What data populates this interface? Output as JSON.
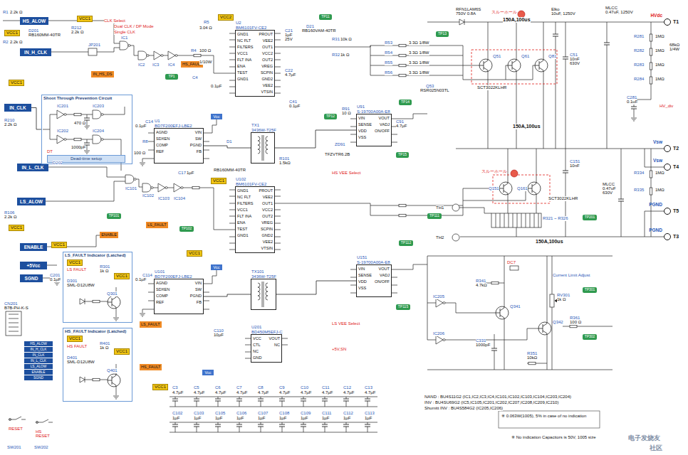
{
  "diagram": {
    "nodes": [
      {
        "text": [
          "HS_ALOW"
        ]
      },
      {
        "text": [
          "IN_H_CLK"
        ]
      },
      {
        "text": [
          "IN_CLK"
        ]
      },
      {
        "text": [
          "IN_L_CLK"
        ]
      },
      {
        "text": [
          "LS_ALOW"
        ]
      },
      {
        "text": [
          "ENABLE"
        ]
      },
      {
        "text": [
          "+5Vcc"
        ]
      },
      {
        "text": [
          "SGND"
        ]
      },
      {
        "text": [
          "Shoot Through Prevention Circuit"
        ]
      },
      {
        "text": [
          "Dead-time setup"
        ],
        "in": 8
      },
      {
        "text": [
          "LS_FAULT Indicator (Latched)"
        ]
      },
      {
        "text": [
          "HS_FAULT Indicator (Latched)"
        ]
      },
      {
        "text": [
          "U2",
          "BM6101FV-CE2",
          "GND1 NC FLT FILTERS VCC1 FLT INA ENA TEST GND1",
          "PROUT VEE2 OUT1 VCC2 OUT2 VREG SCPIN GND2 VEE2 VTSIN"
        ]
      },
      {
        "text": [
          "U102",
          "BM6101FV-CE2",
          "GND1 NC FLT FILTERS VCC1 FLT INA ENA TEST GND1",
          "PROUT VEE2 OUT1 VCC2 OUT2 VREG SCPIN GND2 VEE2 VTSIN"
        ]
      },
      {
        "text": [
          "U1",
          "BD7F200EFJ-LBE2",
          "AGND SDXEN COMP REF",
          "VIN SW PGND FB"
        ]
      },
      {
        "text": [
          "U101",
          "BD7F200EFJ-LBE2",
          "AGND SDXEN COMP REF",
          "VIN SW PGND FB"
        ]
      },
      {
        "text": [
          "TX1",
          "3436W-T25F"
        ]
      },
      {
        "text": [
          "TX101",
          "3436W-T25F"
        ]
      },
      {
        "text": [
          "U91",
          "S-19700A00A-E8",
          "VIN SENSE VDD VSS",
          "VOUT VADJ ON/OFF"
        ]
      },
      {
        "text": [
          "U151",
          "S-19700A00A-E8",
          "VIN SENSE VDD VSS",
          "VOUT VADJ ON/OFF"
        ]
      },
      {
        "text": [
          "VCC1"
        ]
      },
      {
        "text": [
          "VCC1"
        ]
      },
      {
        "text": [
          "VCC2"
        ]
      },
      {
        "text": [
          "VCC1"
        ]
      },
      {
        "text": [
          "VCC1"
        ]
      },
      {
        "text": [
          "VCC1"
        ]
      },
      {
        "text": [
          "VCC1"
        ]
      },
      {
        "text": [
          "VCC1"
        ]
      },
      {
        "text": [
          "VCC1"
        ],
        "in": 10
      },
      {
        "text": [
          "VCC1"
        ],
        "in": 10
      },
      {
        "text": [
          "VCC1"
        ],
        "in": 11
      },
      {
        "text": [
          "VCC1"
        ],
        "in": 11
      },
      {
        "text": [
          "VCC1"
        ]
      },
      {
        "text": [
          "TP1"
        ]
      },
      {
        "text": [
          "TP11"
        ]
      },
      {
        "text": [
          "TP13"
        ]
      },
      {
        "text": [
          "TP14"
        ]
      },
      {
        "text": [
          "TP12"
        ]
      },
      {
        "text": [
          "TP15"
        ]
      },
      {
        "text": [
          "TP101"
        ]
      },
      {
        "text": [
          "TP102"
        ]
      },
      {
        "text": [
          "TP111"
        ]
      },
      {
        "text": [
          "TP112"
        ]
      },
      {
        "text": [
          "TP115"
        ]
      },
      {
        "text": [
          "TP201"
        ]
      },
      {
        "text": [
          "TP301"
        ]
      },
      {
        "text": [
          "TP302"
        ]
      },
      {
        "text": [
          "HS_FAULT"
        ]
      },
      {
        "text": [
          "ENABLE"
        ]
      },
      {
        "text": [
          "LS_FAULT"
        ]
      },
      {
        "text": [
          "LS_FAULT"
        ]
      },
      {
        "text": [
          "HS_FAULT"
        ]
      },
      {
        "text": [
          "IN_HS_DS"
        ]
      },
      {
        "text": [
          "T1",
          "HVdc"
        ]
      },
      {
        "text": [
          "T2",
          "Vsw"
        ]
      },
      {
        "text": [
          "T4",
          "Vsw"
        ]
      },
      {
        "text": [
          "T5",
          "PGND"
        ]
      },
      {
        "text": [
          "T3",
          "PGND"
        ]
      },
      {
        "text": [
          "Vcc"
        ]
      },
      {
        "text": [
          "Vcc"
        ]
      },
      {
        "text": [
          "Vcc"
        ]
      },
      {
        "text": [
          "HS_ALOW"
        ]
      },
      {
        "text": [
          "IN_H_CLK"
        ]
      },
      {
        "text": [
          "IN_CLK"
        ]
      },
      {
        "text": [
          "IN_L_CLK"
        ]
      },
      {
        "text": [
          "LS_ALOW"
        ]
      },
      {
        "text": [
          "ENABLE"
        ]
      },
      {
        "text": [
          "SGND"
        ]
      },
      {
        "text": [
          "U201",
          "BD450M5EFJ-C",
          "VCC CTL NC GND",
          "VOUT NC"
        ]
      }
    ],
    "edges": [
      {
        "from": 14,
        "to": 16,
        "arrow": "none"
      },
      {
        "from": 15,
        "to": 17,
        "arrow": "none"
      },
      {
        "from": 16,
        "to": 18,
        "arrow": "none"
      },
      {
        "from": 17,
        "to": 19,
        "arrow": "none"
      },
      {
        "from": 2,
        "to": 8,
        "arrow": "none"
      }
    ],
    "labels": [
      "R1",
      "2.2k Ω",
      "R2",
      "2.2k Ω",
      "D201",
      "RB160MM-40TR",
      "R212",
      "2.2k Ω",
      "JP201",
      "CLK Select",
      "Dual CLK / DP Mode",
      "Single CLK",
      "IC1",
      "IC2",
      "IC3",
      "IC4",
      "R4",
      "100 Ω",
      "1/10W",
      "C4",
      "R5",
      "3.04 Ω",
      "0.1µF",
      "C21",
      "1µF",
      "25V",
      "C22",
      "4.7µF",
      "D21",
      "RB160VAM-40TR",
      "R31",
      "10k Ω",
      "R32",
      "1k Ω",
      "R53",
      "3.3Ω 1/8W",
      "R54",
      "3.3Ω 1/8W",
      "R55",
      "3.3Ω 1/8W",
      "R56",
      "3.3Ω 1/8W",
      "Q53",
      "RSR025N03TL",
      "RFN1LAM6S",
      "750V 0.8A",
      "スルーホール",
      "150A,100us",
      "Elko",
      "10uF, 1250V",
      "MLCC",
      "0.47uF, 1250V",
      "Q51",
      "Q61",
      "Q81",
      "SCT3022KLHR",
      "C51",
      "10nF",
      "630V",
      "R281",
      "1MΩ",
      "R282",
      "1MΩ",
      "R283",
      "1MΩ",
      "R284",
      "1MΩ",
      "68kΩ",
      "1/4W",
      "HV_div",
      "C281",
      "0.1uF",
      "150A,100us",
      "Q151",
      "Q161",
      "SCT3022KLHR",
      "C151",
      "10nF",
      "MLCC",
      "0.47uF",
      "630V",
      "R334",
      "1MΩ",
      "R335",
      "1MΩ",
      "スルーホール",
      "TH1",
      "TH2",
      "R321 ~ R326",
      "150A,100us",
      "HS VEE Select",
      "R91",
      "10 Ω",
      "C91",
      "4.7µF",
      "ZD91",
      "TFZVTR6.2B",
      "C41",
      "0.1µF",
      "R101",
      "1.5kΩ",
      "D1",
      "RB160MM-40TR",
      "C14",
      "0.1µF",
      "R8",
      "100 Ω",
      "C17",
      "1µF",
      "IC101",
      "IC102",
      "IC103",
      "IC104",
      "IC201",
      "IC202",
      "IC203",
      "IC204",
      "DT",
      "470 Ω",
      "1000pF",
      "R210",
      "2.2k Ω",
      "D202",
      "R106",
      "2.2k Ω",
      "C201",
      "0.1µF",
      "LS FAULT",
      "D301",
      "SML-D12U8W",
      "Q301",
      "R301",
      "1k Ω",
      "HS FAULT",
      "D401",
      "SML-D12U8W",
      "Q401",
      "R401",
      "1k Ω",
      "CN201",
      "B7B-PH-K-S",
      "RESET",
      "HS",
      "RESET",
      "SW201",
      "SW202",
      "C114",
      "0.1µF",
      "C110",
      "10µF",
      "LS VEE Select",
      "+5V,SN",
      "DC7",
      "Current Limit Adjust",
      "RV301",
      "1k Ω",
      "Q341",
      "Q342",
      "R341",
      "4.7kΩ",
      "C331",
      "1000pF",
      "R351",
      "10kΩ",
      "IC205",
      "IC206",
      "R361",
      "100 Ω",
      "NAND : BU4S11G2 (IC1,IC2,IC3,IC4,IC101,IC102,IC103,IC104,IC203,IC204)",
      "INV : BU4SU69G2 (IC5,IC105,IC201,IC202,IC207,IC208,IC209,IC210)",
      "Shumitt INV : BU4S584G2 (IC205,IC206)",
      "※ 0.063W(1005), 5% in case of no indication",
      "※ No indication Capacitors is 50V, 1005 size",
      "电子发烧友",
      "社区",
      "C3",
      "C5",
      "C6",
      "C7",
      "C8",
      "C9",
      "C10",
      "C11",
      "C12",
      "C13",
      "4.7µF",
      "4.7µF",
      "4.7µF",
      "4.7µF",
      "4.7µF",
      "4.7µF",
      "4.7µF",
      "4.7µF",
      "4.7µF",
      "4.7µF",
      "C102",
      "C103",
      "C105",
      "C106",
      "C107",
      "C108",
      "C109",
      "C111",
      "C112",
      "C113",
      "1µF",
      "1µF",
      "1µF",
      "1µF",
      "1µF",
      "1µF",
      "1µF",
      "1µF",
      "1µF",
      "1µF"
    ]
  }
}
